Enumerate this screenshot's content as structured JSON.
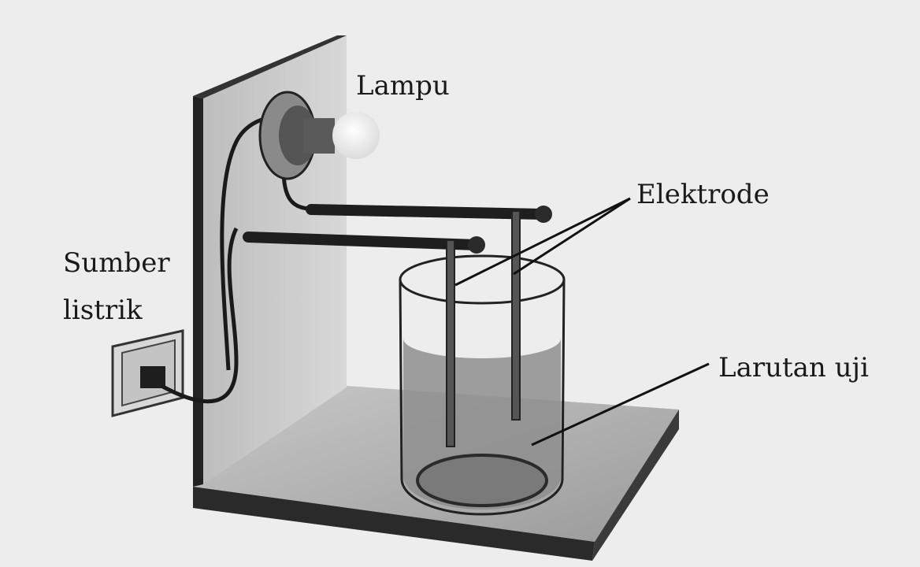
{
  "labels": {
    "lamp": "Lampu",
    "electrode": "Elektrode",
    "power_source_line1": "Sumber",
    "power_source_line2": "listrik",
    "test_solution": "Larutan uji"
  }
}
